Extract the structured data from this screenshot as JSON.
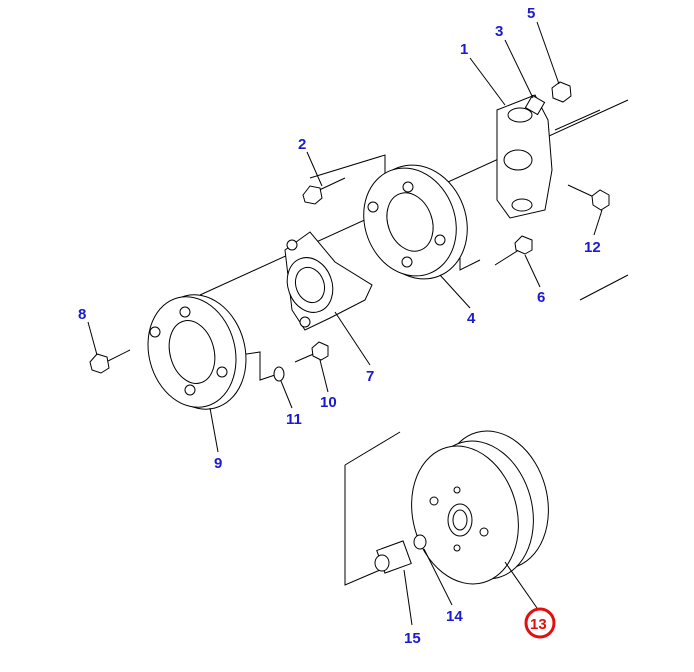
{
  "diagram": {
    "callouts": [
      {
        "id": "1",
        "label": "1"
      },
      {
        "id": "2",
        "label": "2"
      },
      {
        "id": "3",
        "label": "3"
      },
      {
        "id": "4",
        "label": "4"
      },
      {
        "id": "5",
        "label": "5"
      },
      {
        "id": "6",
        "label": "6"
      },
      {
        "id": "7",
        "label": "7"
      },
      {
        "id": "8",
        "label": "8"
      },
      {
        "id": "9",
        "label": "9"
      },
      {
        "id": "10",
        "label": "10"
      },
      {
        "id": "11",
        "label": "11"
      },
      {
        "id": "12",
        "label": "12"
      },
      {
        "id": "13",
        "label": "13",
        "selected": true
      },
      {
        "id": "14",
        "label": "14"
      },
      {
        "id": "15",
        "label": "15"
      }
    ],
    "colors": {
      "label": "#1a1ad0",
      "selected": "#e01010",
      "line": "#000000"
    }
  }
}
